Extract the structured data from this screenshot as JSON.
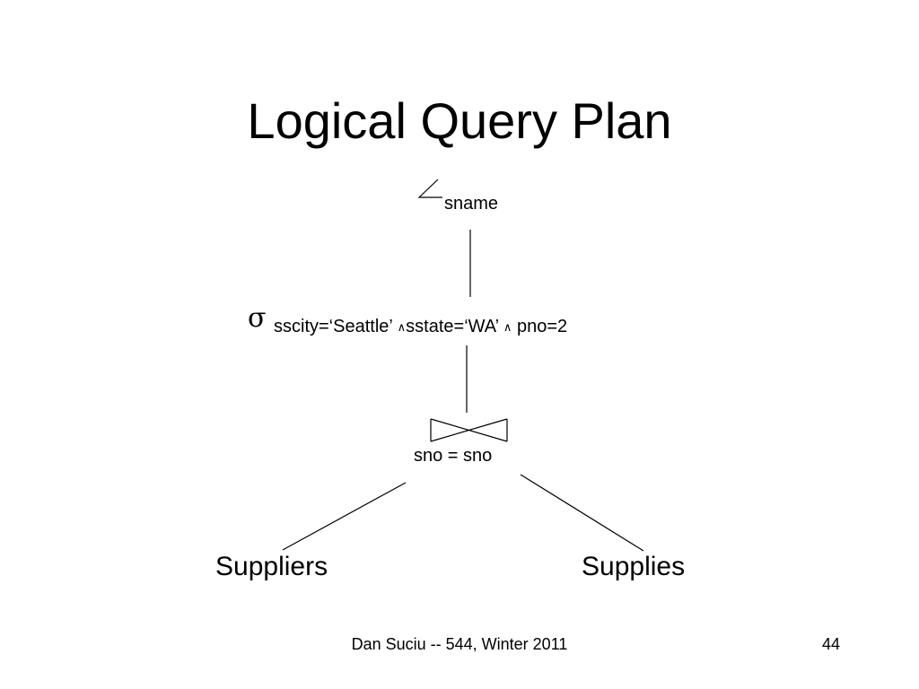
{
  "slide": {
    "title": "Logical Query Plan"
  },
  "plan": {
    "projection": {
      "symbol_icon": "projection-angle-icon",
      "attribute": "sname"
    },
    "selection": {
      "symbol": "σ",
      "condition_part1": "sscity=‘Seattle’ ",
      "and1": "∧",
      "condition_part2": "sstate=‘WA’ ",
      "and2": "∧",
      "condition_part3": " pno=2"
    },
    "join": {
      "symbol_icon": "bowtie-join-icon",
      "condition": "sno = sno"
    },
    "left_relation": "Suppliers",
    "right_relation": "Supplies"
  },
  "footer": {
    "text": "Dan Suciu -- 544, Winter 2011",
    "page_number": "44"
  }
}
